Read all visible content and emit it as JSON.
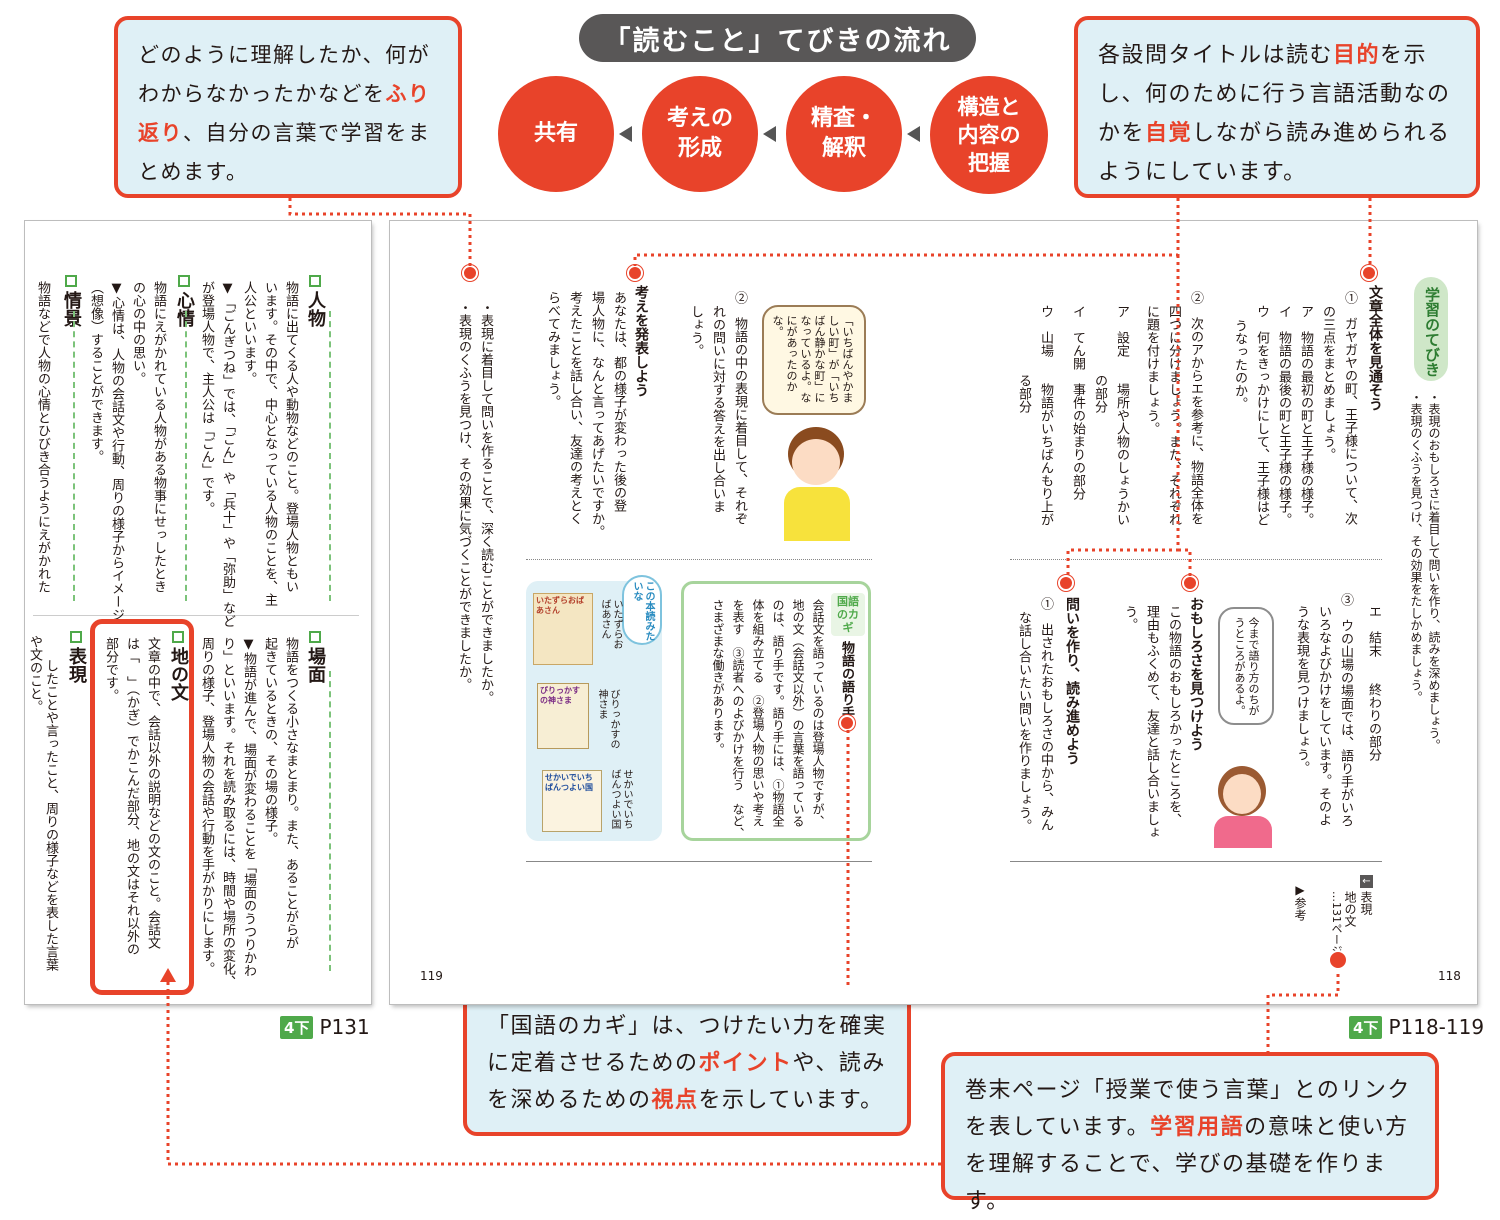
{
  "banner": "「読むこと」てびきの流れ",
  "flow": [
    "共有",
    "考えの\n形成",
    "精査・\n解釈",
    "構造と\n内容の\n把握"
  ],
  "callouts": {
    "reflect": {
      "t1": "どのように理解したか、何がわからなかったかなどを",
      "h1": "ふり返り",
      "t2": "、自分の言葉で学習をまとめます。"
    },
    "purpose": {
      "t1": "各設問タイトルは読む",
      "h1": "目的",
      "t2": "を示し、何のために行う言語活動なのかを",
      "h2": "自覚",
      "t3": "しながら読み進められるようにしています。"
    },
    "kagi": {
      "t1": "「国語のカギ」は、つけたい力を確実に定着させるための",
      "h1": "ポイント",
      "t2": "や、読みを深めるための",
      "h2": "視点",
      "t3": "を示しています。"
    },
    "link": {
      "t1": "巻末ページ「授業で使う言葉」とのリンクを表しています。",
      "h1": "学習用語",
      "t2": "の意味と使い方を理解することで、学びの基礎を作ります。"
    }
  },
  "p131": {
    "badge": "4下",
    "label": "P131",
    "jinbutsu_title": "人物",
    "jinbutsu_c1": "物語に出てくる人や動物などのこと。登場人物ともい",
    "jinbutsu_c2": "います。その中で、中心となっている人物のことを、主",
    "jinbutsu_c3": "人公といいます。",
    "jinbutsu_c4": "▼「ごんぎつね」では、「ごん」や「兵十」や「弥助」など",
    "jinbutsu_c5": "が登場人物で、主人公は「ごん」です。",
    "shinjo_title": "心情",
    "shinjo_c1": "物語にえがかれている人物がある物事にせっしたとき",
    "shinjo_c2": "の心の中の思い。",
    "shinjo_c3": "▼心情は、人物の会話文や行動、周りの様子からイメージ",
    "shinjo_c4": "（想像）することができます。",
    "jokei_title": "情景",
    "jokei_c1": "物語などで人物の心情とひびき合うようにえがかれた",
    "basho_title": "場面",
    "basho_c1": "物語をつくる小さなまとまり。また、あることがらが",
    "basho_c2": "起きているときの、その場の様子。",
    "basho_c3": "▼物語が進んで、場面が変わることを「場面のうつりかわ",
    "basho_c4": "り」といいます。それを読み取るには、時間や場所の変化、",
    "basho_c5": "周りの様子、登場人物の会話や行動を手がかりにします。",
    "jinobun_title": "地の文",
    "jinobun_c1": "文章の中で、会話以外の説明などの文のこと。会話文",
    "jinobun_c2": "は「　」（かぎ）でかこんだ部分、地の文はそれ以外の",
    "jinobun_c3": "部分です。",
    "hyogen_title": "表現",
    "hyogen_c1": "したことや言ったこと、周りの様子などを表した言葉",
    "hyogen_c2": "や文のこと。"
  },
  "p118": {
    "badge": "4下",
    "label": "P118-119",
    "num_left": "119",
    "num_right": "118",
    "tebiki_label": "学習のてびき",
    "goal1": "・表現のおもしろさに着目して問いを作り、読みを深めましょう。",
    "goal2": "・表現のくふうを見つけ、その効果をたしかめましょう。",
    "s1_title": "文章全体を見通そう",
    "s1_q1a": "①　ガヤガヤの町、王子様について、次",
    "s1_q1b": "の三点をまとめましょう。",
    "s1_ia": "ア　物語の最初の町と王子様の様子。",
    "s1_ib": "イ　物語の最後の町と王子様の様子。",
    "s1_ic": "ウ　何をきっかけにして、王子様はど",
    "s1_icc": "うなったのか。",
    "s1_q2a": "②　次のアからエを参考に、物語全体を",
    "s1_q2b": "四つに分けましょう。また、それぞれ",
    "s1_q2c": "に題を付けましょう。",
    "s1_ja": "ア　設定　　場所や人物のしょうかい",
    "s1_jaa": "　の部分",
    "s1_jb": "イ　てん開　事件の始まりの部分",
    "s1_jc": "ウ　山場　　物語がいちばんもり上が",
    "s1_jcc": "　る部分",
    "s1_jd": "エ　結末　　終わりの部分",
    "s1_q3a": "③　ウの山場の場面では、語り手がいろ",
    "s1_q3b": "いろなよびかけをしています。そのよ",
    "s1_q3c": "うな表現を見つけましょう。",
    "s2_title": "おもしろさを見つけよう",
    "s2_c1": "この物語のおもしろかったところを、",
    "s2_c2": "理由もふくめて、友達と話し合いましょ",
    "s2_c3": "う。",
    "s3_title": "問いを作り、読み進めよう",
    "s3_c1": "①　出されたおもしろさの中から、みん",
    "s3_c2": "な話し合いたい問いを作りましょう。",
    "girl_bubble": "今まで語り方のちがうところがあるよ。",
    "s4_title": "考えを発表しよう",
    "s4_q2a": "②　物語の中の表現に着目して、それぞ",
    "s4_q2b": "れの問いに対する答えを出し合いま",
    "s4_q2c": "しょう。",
    "s4_c1": "あなたは、都の様子が変わった後の登",
    "s4_c2": "場人物に、なんと言ってあげたいですか。",
    "s4_c3": "考えたことを話し合い、友達の考えとく",
    "s4_c4": "らべてみましょう。",
    "boy_bubble": "「いちばんやかましい町」が「いちばん静かな町」になっているよ。なにがあったのかな。",
    "furikaeri1": "・表現に着目して問いを作ることで、深く読むことができましたか。",
    "furikaeri2": "・表現のくふうを見つけ、その効果に気づくことができましたか。",
    "kagi_label": "国語のカギ",
    "kagi_title": "物語の語り手",
    "kagi_c1": "会話文を語っているのは登場人物ですが、",
    "kagi_c2": "地の文（会話文以外）の言葉を語っている",
    "kagi_c3": "のは、語り手です。語り手には、①物語全",
    "kagi_c4": "体を組み立てる　②登場人物の思いや考え",
    "kagi_c5": "を表す　③読者へのよびかけを行う　など、",
    "kagi_c6": "さまざまな働きがあります。",
    "books_label": "この本読みたいな",
    "book1_title": "いたずらおばあさん",
    "book1_cap": "いたずらおばあさん",
    "book2_title": "びりっかすの神さま",
    "book2_cap": "びりっかすの神さま",
    "book3_title": "せかいでいちばんつよい国",
    "book3_cap": "せかいでいちばんつよい国",
    "sankou_label": "参考",
    "ref1": "表現",
    "ref2": "地の文",
    "ref3": "…131ページ"
  },
  "colors": {
    "accent": "#e8432a",
    "callout_bg": "#dff0f6",
    "green": "#4fa94a",
    "banner": "#595757"
  }
}
